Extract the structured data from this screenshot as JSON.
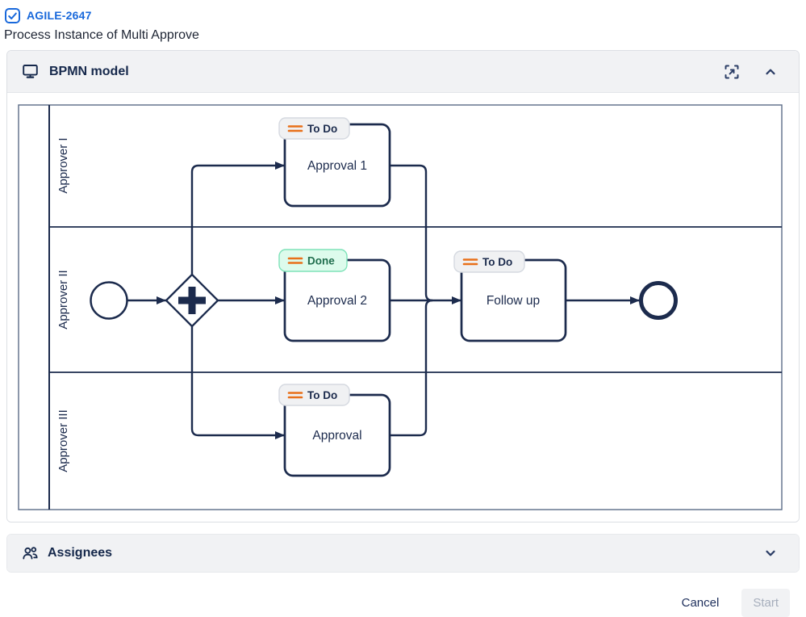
{
  "issue": {
    "type_icon": "task-checkbox-icon",
    "key": "AGILE-2647",
    "summary": "Process Instance of Multi Approve"
  },
  "bpmn_panel": {
    "icon": "monitor-icon",
    "title": "BPMN model",
    "actions": [
      "fullscreen-icon",
      "chevron-up-icon"
    ]
  },
  "assignees_panel": {
    "icon": "people-icon",
    "title": "Assignees",
    "actions": [
      "chevron-down-icon"
    ]
  },
  "footer": {
    "cancel_label": "Cancel",
    "start_label": "Start",
    "start_disabled": true
  },
  "diagram": {
    "type": "bpmn-process",
    "lanes": [
      {
        "label": "Approver I"
      },
      {
        "label": "Approver II"
      },
      {
        "label": "Approver III"
      }
    ],
    "tasks": [
      {
        "name": "Approval 1",
        "status": "To Do",
        "lane": "Approver I"
      },
      {
        "name": "Approval 2",
        "status": "Done",
        "lane": "Approver II"
      },
      {
        "name": "Approval",
        "status": "To Do",
        "lane": "Approver III"
      },
      {
        "name": "Follow up",
        "status": "To Do",
        "lane": "Approver II"
      }
    ],
    "events": {
      "start": "start-event",
      "end": "end-event"
    },
    "gateway": "parallel-gateway",
    "colors": {
      "navy": "#1c2b4d",
      "pool_border": "#5b6b87",
      "link_blue": "#1868db",
      "header_bg": "#f1f2f4",
      "section_border": "#dcdfe4",
      "todo_bg": "#f0f1f3",
      "todo_border": "#d5d9e0",
      "done_bg": "#ddfbec",
      "done_border": "#7ee2b8",
      "done_text": "#216e4e",
      "status_icon_orange": "#e8701a",
      "disabled_text": "#a6aebc"
    }
  }
}
